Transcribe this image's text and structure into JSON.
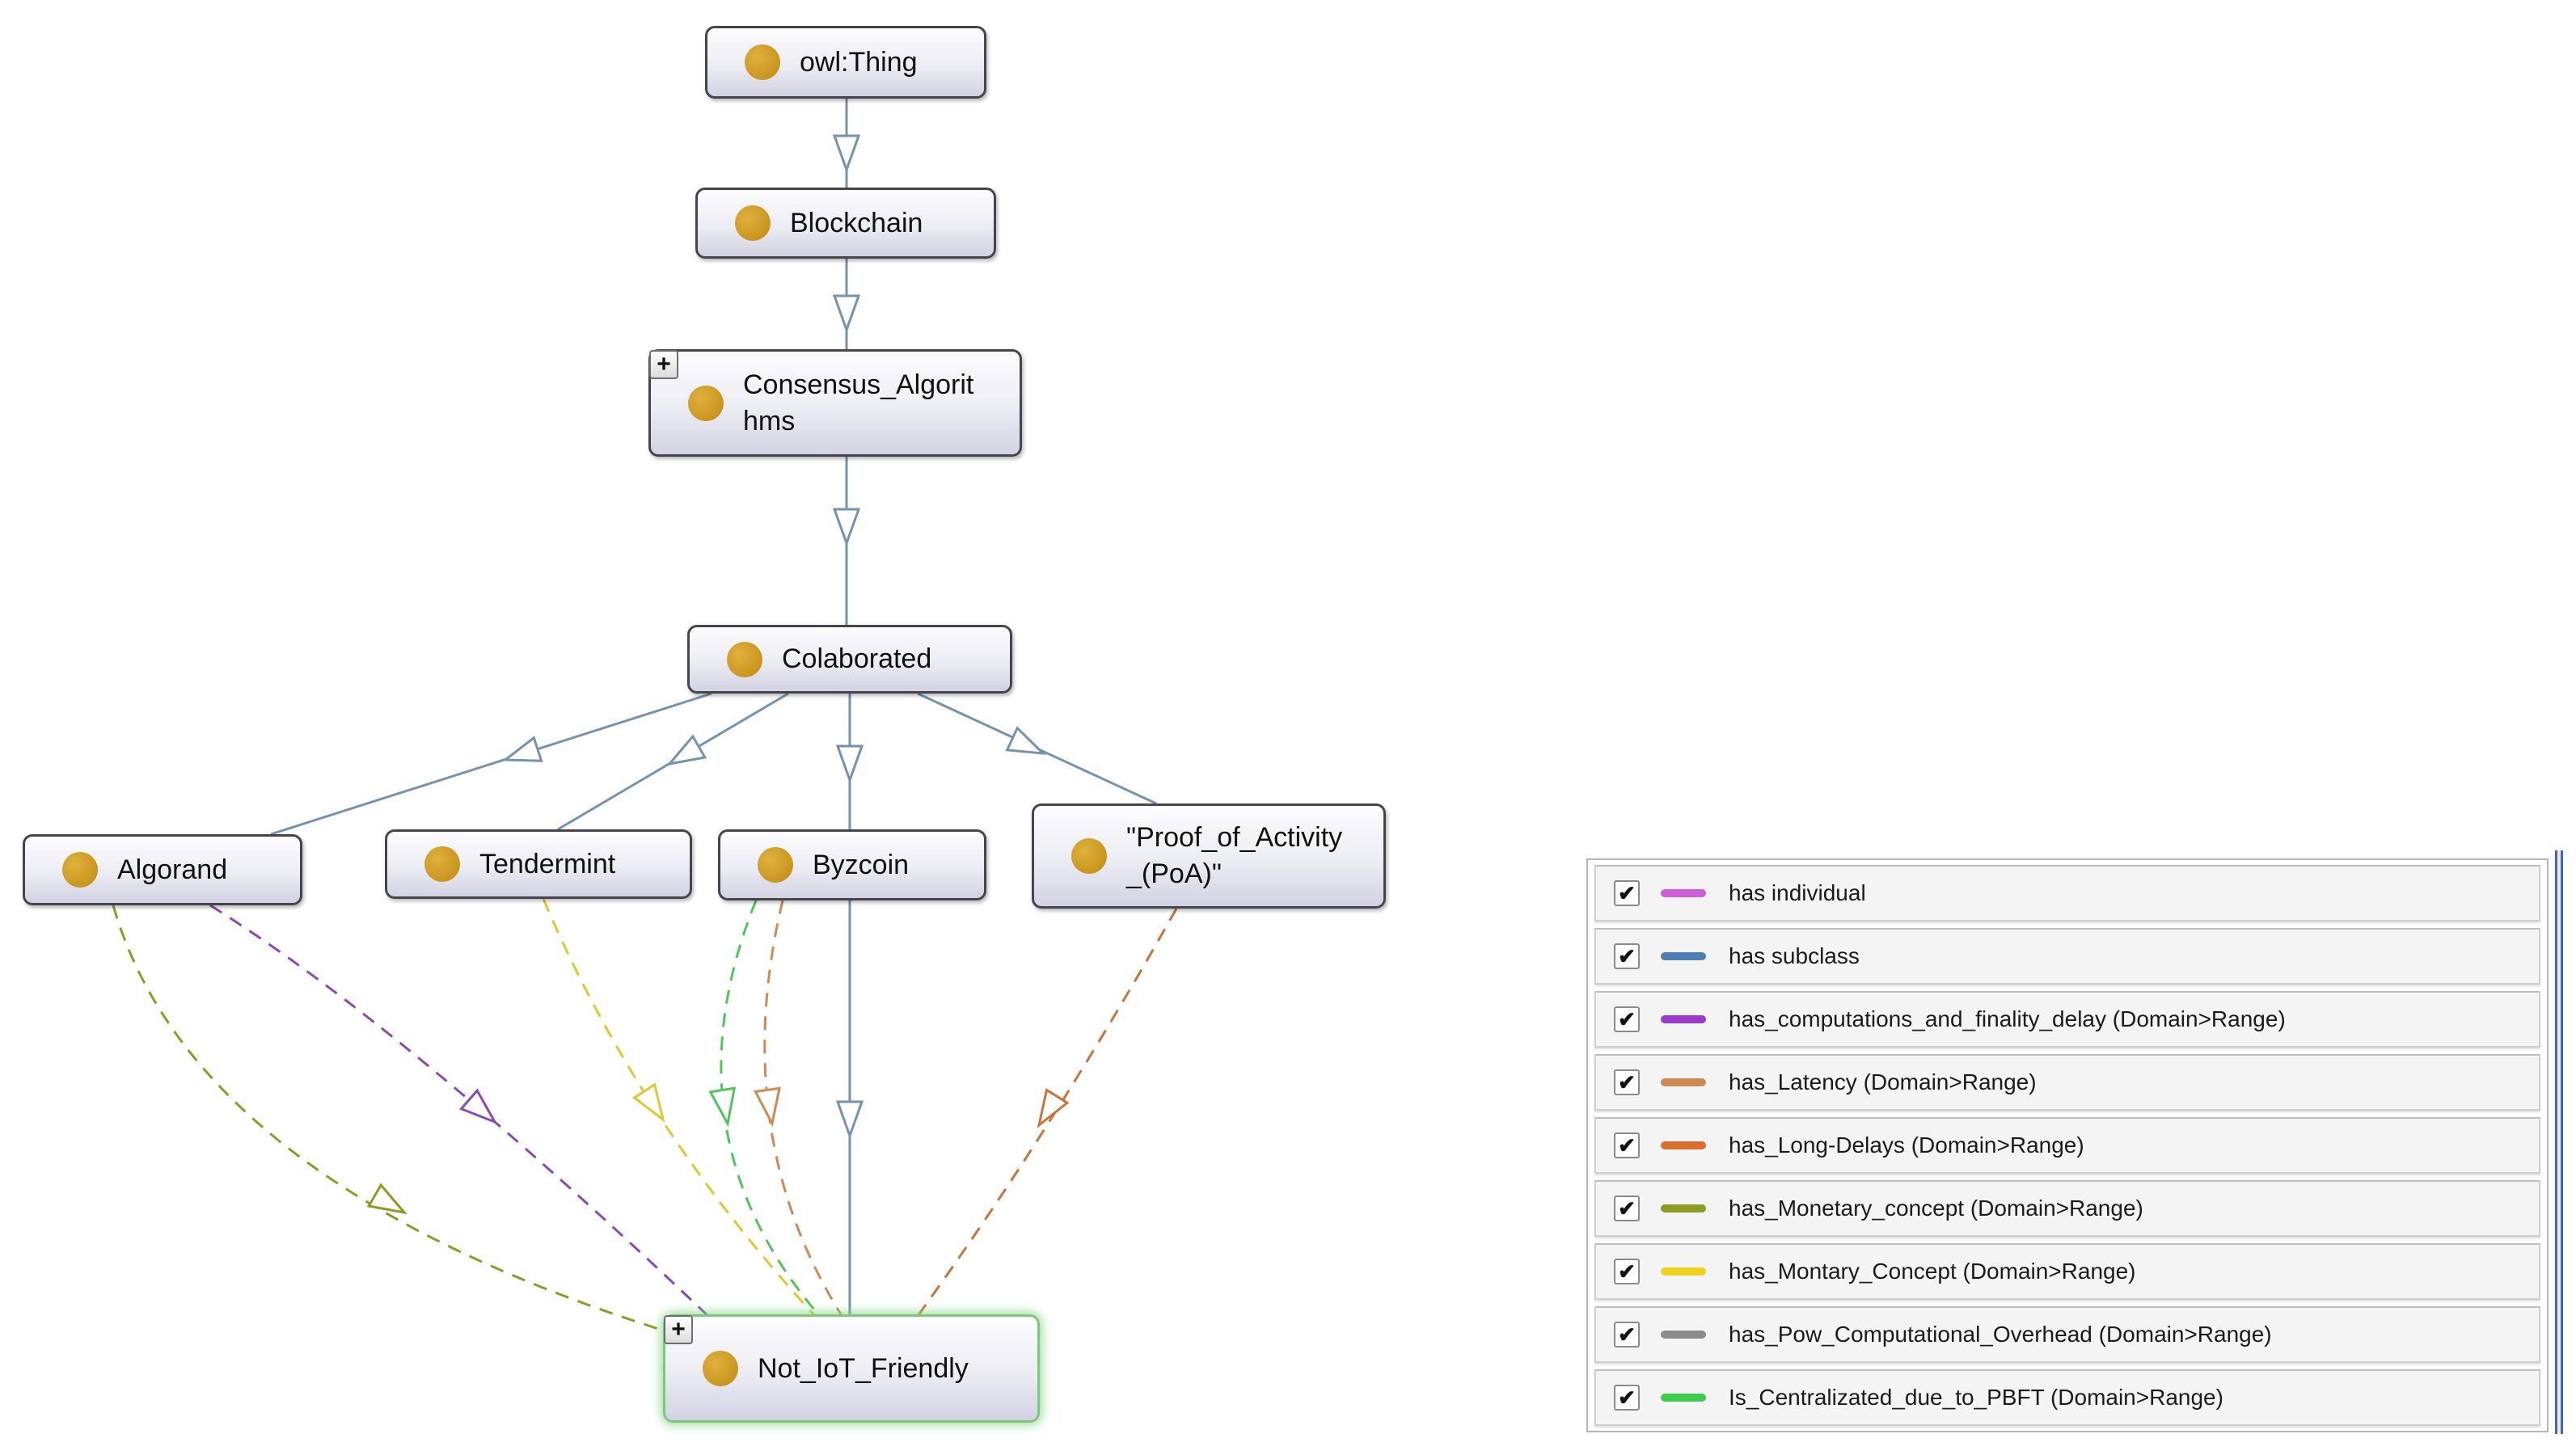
{
  "diagram": {
    "expand_glyph": "+",
    "nodes": {
      "owl_thing": {
        "label": "owl:Thing"
      },
      "blockchain": {
        "label": "Blockchain"
      },
      "consensus": {
        "label": "Consensus_Algorithms"
      },
      "colaborated": {
        "label": "Colaborated"
      },
      "algorand": {
        "label": "Algorand"
      },
      "tendermint": {
        "label": "Tendermint"
      },
      "byzcoin": {
        "label": "Byzcoin"
      },
      "proof_of_activity": {
        "label": "\"Proof_of_Activity_(PoA)\""
      },
      "not_iot_friendly": {
        "label": "Not_IoT_Friendly"
      }
    },
    "node_highlight_color": "#7dc87d",
    "class_icon_color": "#c9951f",
    "edge_colors": {
      "subclass": "#7593ad",
      "computations_delay": "#8a4bb0",
      "monetary_concept": "#8d9b27",
      "montary_concept": "#ddc832",
      "centralizated_pbft": "#52c45c",
      "latency": "#cd8a54",
      "long_delays": "#c4763d"
    }
  },
  "legend": {
    "check_glyph": "✔",
    "items": [
      {
        "label": "has individual",
        "color": "#cc5fd4",
        "checked": true
      },
      {
        "label": "has subclass",
        "color": "#4d7fb5",
        "checked": true
      },
      {
        "label": "has_computations_and_finality_delay (Domain>Range)",
        "color": "#9a3bc9",
        "checked": true
      },
      {
        "label": "has_Latency (Domain>Range)",
        "color": "#cd8a54",
        "checked": true
      },
      {
        "label": "has_Long-Delays (Domain>Range)",
        "color": "#d96f2e",
        "checked": true
      },
      {
        "label": "has_Monetary_concept (Domain>Range)",
        "color": "#8d9b27",
        "checked": true
      },
      {
        "label": "has_Montary_Concept (Domain>Range)",
        "color": "#efd11f",
        "checked": true
      },
      {
        "label": "has_Pow_Computational_Overhead (Domain>Range)",
        "color": "#8b8b8b",
        "checked": true
      },
      {
        "label": "Is_Centralizated_due_to_PBFT (Domain>Range)",
        "color": "#3ecb4e",
        "checked": true
      }
    ]
  }
}
